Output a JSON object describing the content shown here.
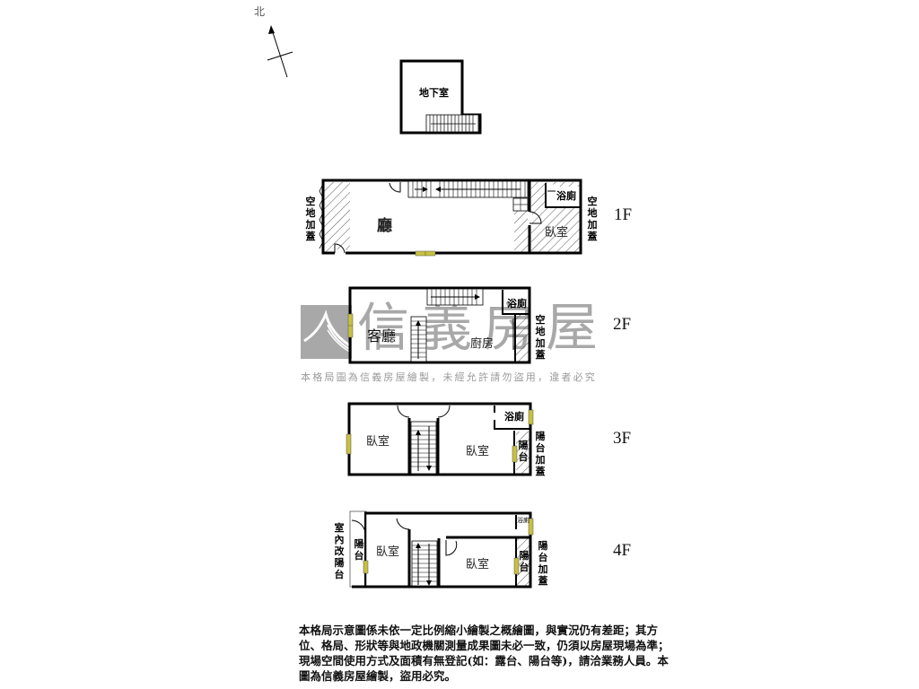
{
  "compass": {
    "label": "北",
    "icon": "north-arrow-icon"
  },
  "watermark": {
    "brand": "信義房屋",
    "notice": "本格局圖為信義房屋繪製，未經允許請勿盜用，違者必究",
    "logo_color": "#a8a8a8"
  },
  "floors": {
    "basement": {
      "label": "",
      "rooms": {
        "main": "地下室"
      }
    },
    "f1": {
      "label": "1F",
      "rooms": {
        "hall": "廳",
        "bath": "浴廁",
        "bedroom": "臥室"
      },
      "side_notes": {
        "left": "空地加蓋",
        "right": "空地加蓋"
      }
    },
    "f2": {
      "label": "2F",
      "rooms": {
        "living": "客廳",
        "kitchen": "廚房",
        "bath": "浴廁"
      },
      "side_notes": {
        "right": "空地加蓋"
      }
    },
    "f3": {
      "label": "3F",
      "rooms": {
        "bedroom_left": "臥室",
        "bedroom_right": "臥室",
        "bath": "浴廁",
        "balcony": "陽台"
      },
      "side_notes": {
        "right": "陽台加蓋"
      }
    },
    "f4": {
      "label": "4F",
      "rooms": {
        "bedroom_left": "臥室",
        "bedroom_right": "臥室",
        "bath": "浴廁",
        "balcony_left": "陽台",
        "balcony_right": "陽台"
      },
      "side_notes": {
        "left": "室內改陽台",
        "right": "陽台加蓋"
      }
    }
  },
  "disclaimer": "本格局示意圖係未依一定比例縮小繪製之概繪圖，與實況仍有差距；其方位、格局、形狀等與地政機關測量成果圖未必一致，仍須以房屋現場為準；現場空間使用方式及面積有無登記(如：露台、陽台等)，請洽業務人員。本圖為信義房屋繪製，盜用必究。",
  "colors": {
    "wall": "#000000",
    "window": "#c8c040",
    "hatch": "#555555",
    "watermark": "#a8a8a8"
  }
}
